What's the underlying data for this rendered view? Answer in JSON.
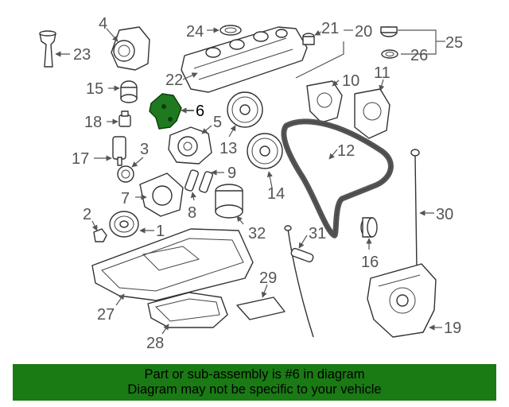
{
  "diagram": {
    "highlighted_part": "6",
    "callouts": [
      "1",
      "2",
      "3",
      "4",
      "5",
      "6",
      "7",
      "8",
      "9",
      "10",
      "11",
      "12",
      "13",
      "14",
      "15",
      "16",
      "17",
      "18",
      "19",
      "20",
      "21",
      "22",
      "23",
      "24",
      "25",
      "26",
      "27",
      "28",
      "29",
      "30",
      "31",
      "32"
    ]
  },
  "footer": {
    "line1": "Part or sub-assembly is #6 in diagram",
    "line2": "Diagram may not be specific to your vehicle"
  },
  "colors": {
    "highlight_fill": "#1f7a1f",
    "footer_background": "#1a7a14"
  }
}
